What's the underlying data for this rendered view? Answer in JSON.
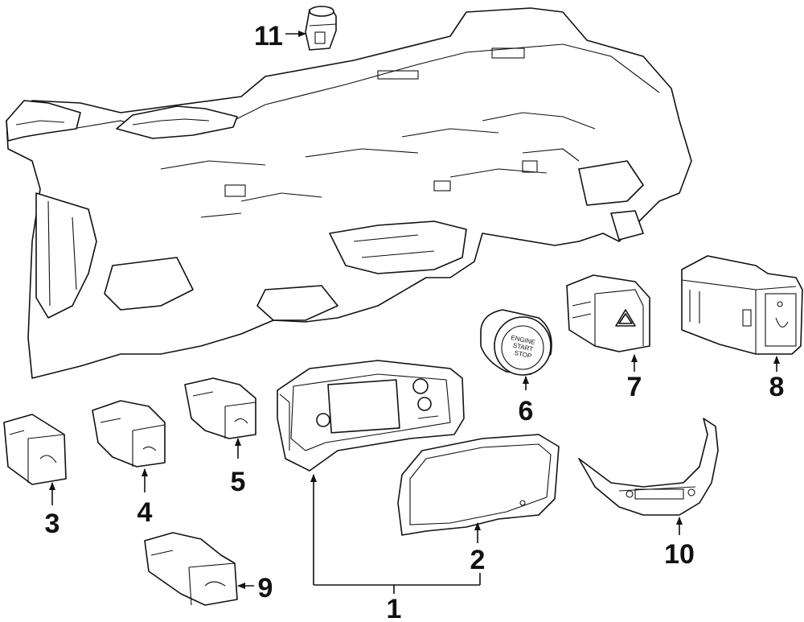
{
  "diagram": {
    "callouts": [
      {
        "id": "1",
        "label": "1"
      },
      {
        "id": "2",
        "label": "2"
      },
      {
        "id": "3",
        "label": "3"
      },
      {
        "id": "4",
        "label": "4"
      },
      {
        "id": "5",
        "label": "5"
      },
      {
        "id": "6",
        "label": "6"
      },
      {
        "id": "7",
        "label": "7"
      },
      {
        "id": "8",
        "label": "8"
      },
      {
        "id": "9",
        "label": "9"
      },
      {
        "id": "10",
        "label": "10"
      },
      {
        "id": "11",
        "label": "11"
      }
    ],
    "start_button_text": [
      "ENGINE",
      "START",
      "STOP"
    ]
  }
}
